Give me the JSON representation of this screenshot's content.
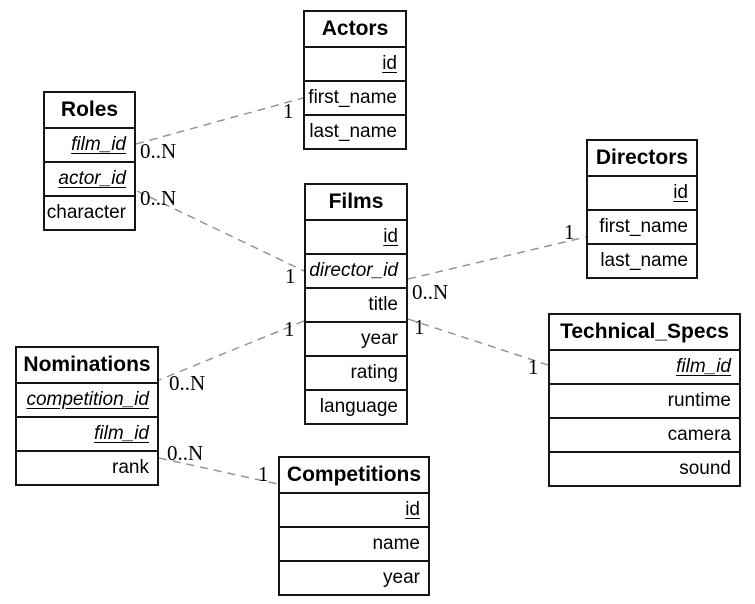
{
  "diagram": {
    "kind": "entity-relationship-diagram",
    "tables": {
      "roles": {
        "name": "Roles",
        "attributes": [
          {
            "text": "film_id",
            "key": "primary foreign"
          },
          {
            "text": "actor_id",
            "key": "primary foreign"
          },
          {
            "text": "character",
            "key": ""
          }
        ]
      },
      "actors": {
        "name": "Actors",
        "attributes": [
          {
            "text": "id",
            "key": "primary"
          },
          {
            "text": "first_name",
            "key": ""
          },
          {
            "text": "last_name",
            "key": ""
          }
        ]
      },
      "films": {
        "name": "Films",
        "attributes": [
          {
            "text": "id",
            "key": "primary"
          },
          {
            "text": "director_id",
            "key": "foreign"
          },
          {
            "text": "title",
            "key": ""
          },
          {
            "text": "year",
            "key": ""
          },
          {
            "text": "rating",
            "key": ""
          },
          {
            "text": "language",
            "key": ""
          }
        ]
      },
      "directors": {
        "name": "Directors",
        "attributes": [
          {
            "text": "id",
            "key": "primary"
          },
          {
            "text": "first_name",
            "key": ""
          },
          {
            "text": "last_name",
            "key": ""
          }
        ]
      },
      "nominations": {
        "name": "Nominations",
        "attributes": [
          {
            "text": "competition_id",
            "key": "primary foreign"
          },
          {
            "text": "film_id",
            "key": "primary foreign"
          },
          {
            "text": "rank",
            "key": ""
          }
        ]
      },
      "competitions": {
        "name": "Competitions",
        "attributes": [
          {
            "text": "id",
            "key": "primary"
          },
          {
            "text": "name",
            "key": ""
          },
          {
            "text": "year",
            "key": ""
          }
        ]
      },
      "technical_specs": {
        "name": "Technical_Specs",
        "attributes": [
          {
            "text": "film_id",
            "key": "primary foreign"
          },
          {
            "text": "runtime",
            "key": ""
          },
          {
            "text": "camera",
            "key": ""
          },
          {
            "text": "sound",
            "key": ""
          }
        ]
      }
    },
    "relationships": [
      {
        "from": "Roles",
        "to": "Actors",
        "from_card": "0..N",
        "to_card": "1"
      },
      {
        "from": "Roles",
        "to": "Films",
        "from_card": "0..N",
        "to_card": "1"
      },
      {
        "from": "Films",
        "to": "Directors",
        "from_card": "0..N",
        "to_card": "1"
      },
      {
        "from": "Films",
        "to": "Technical_Specs",
        "from_card": "1",
        "to_card": "1"
      },
      {
        "from": "Films",
        "to": "Nominations",
        "from_card": "1",
        "to_card": "0..N"
      },
      {
        "from": "Nominations",
        "to": "Competitions",
        "from_card": "0..N",
        "to_card": "1"
      }
    ],
    "colors": {
      "table_border": "#161616",
      "table_background": "#ffffff",
      "relationship_line": "#8f8f8f",
      "text": "#000000",
      "background": "#ffffff"
    }
  }
}
